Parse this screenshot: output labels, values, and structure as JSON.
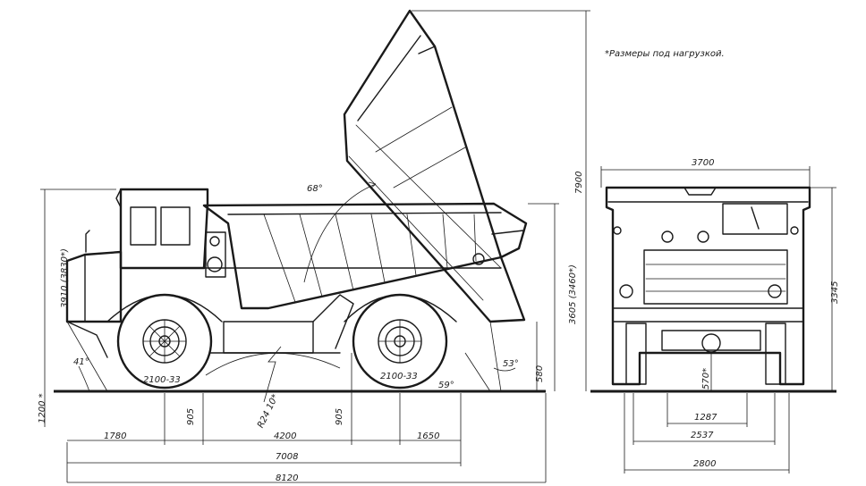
{
  "note": "*Размеры под нагрузкой.",
  "tire_left": "2100-33",
  "tire_right": "2100-33",
  "angles": {
    "dump": "68°",
    "front": "41°",
    "rear_departure": "53°",
    "rear_small": "59°"
  },
  "dims": {
    "d1780": "1780",
    "d4200": "4200",
    "d1650": "1650",
    "d7008": "7008",
    "d8120": "8120",
    "d905a": "905",
    "d905b": "905",
    "d3910": "3910 (3830*)",
    "d1200": "1200 *",
    "d3605": "3605 (3460*)",
    "d580": "580",
    "d7900": "7900",
    "dR": "R24 10*",
    "d3700": "3700",
    "d3345": "3345",
    "d570": "570*",
    "d1287": "1287",
    "d2537": "2537",
    "d2800": "2800"
  }
}
